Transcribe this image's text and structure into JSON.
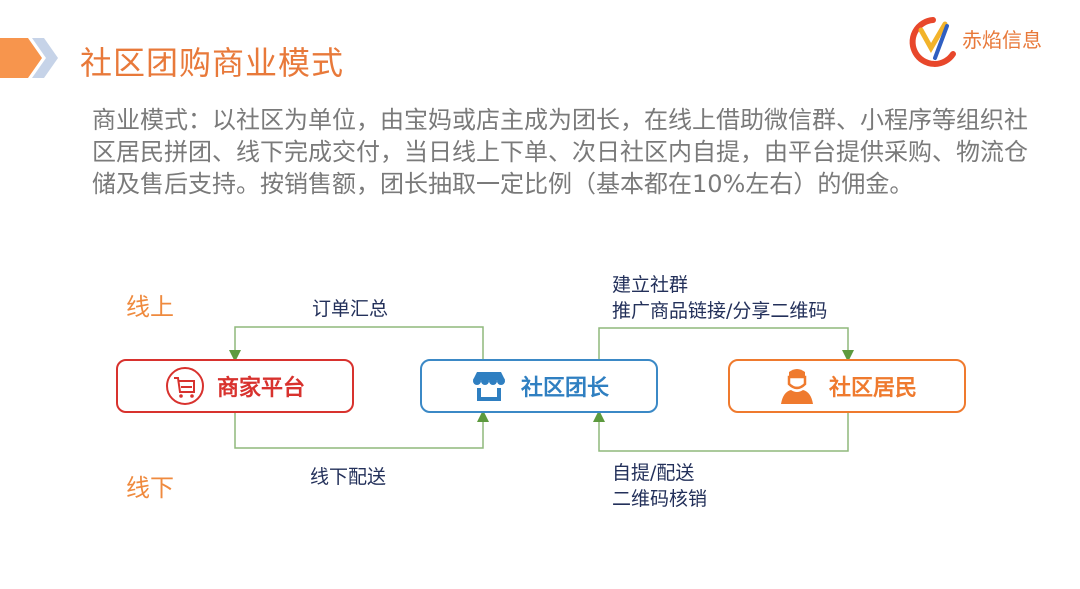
{
  "header": {
    "title": "社区团购商业模式",
    "logo_text": "赤焰信息",
    "colors": {
      "title": "#e8793a",
      "arrow_primary": "#f7954d",
      "arrow_secondary": "#c6d3e8"
    }
  },
  "description": "商业模式：以社区为单位，由宝妈或店主成为团长，在线上借助微信群、小程序等组织社区居民拼团、线下完成交付，当日线上下单、次日社区内自提，由平台提供采购、物流仓储及售后支持。按销售额，团长抽取一定比例（基本都在10%左右）的佣金。",
  "diagram": {
    "online_label": "线上",
    "offline_label": "线下",
    "nodes": [
      {
        "id": "merchant",
        "label": "商家平台",
        "icon": "shopping-cart-icon",
        "color": "#d8322e"
      },
      {
        "id": "leader",
        "label": "社区团长",
        "icon": "storefront-icon",
        "color": "#2f7fc1"
      },
      {
        "id": "resident",
        "label": "社区居民",
        "icon": "person-icon",
        "color": "#ef7a2e"
      }
    ],
    "flows": {
      "order_summary": "订单汇总",
      "community_line1": "建立社群",
      "community_line2": "推广商品链接/分享二维码",
      "offline_delivery": "线下配送",
      "pickup_line1": "自提/配送",
      "pickup_line2": "二维码核销"
    },
    "connector_color": "#7fae6a"
  }
}
